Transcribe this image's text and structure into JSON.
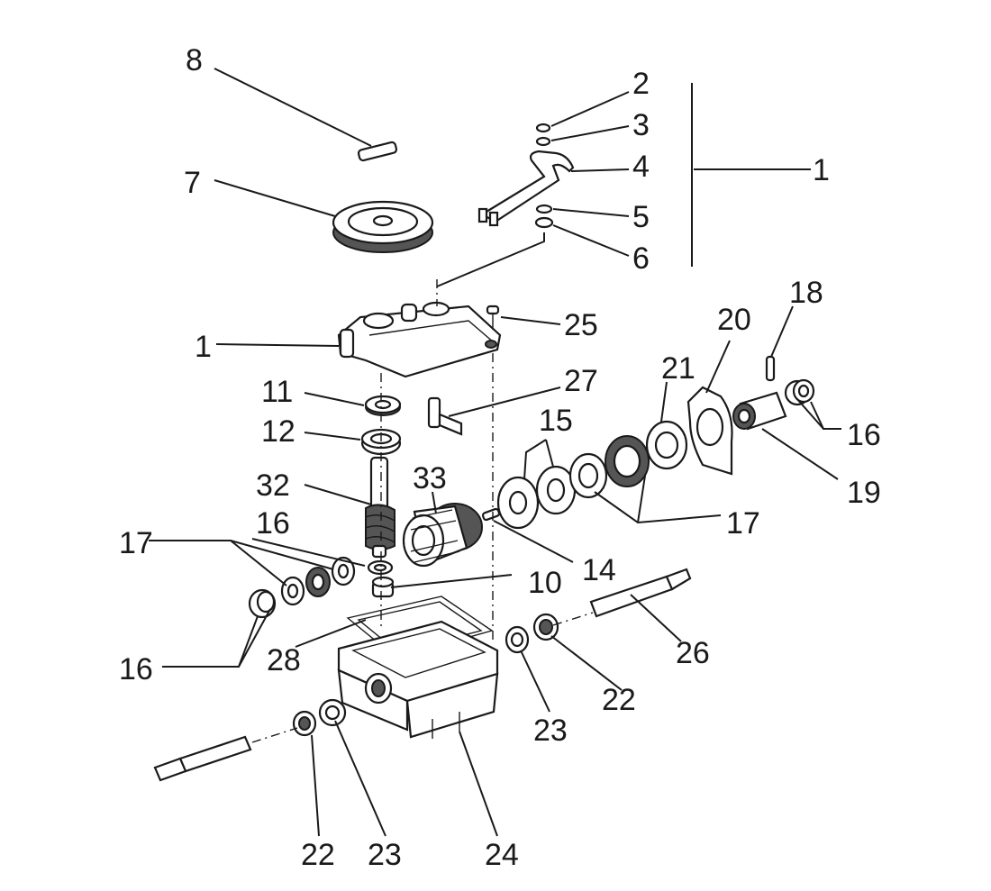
{
  "diagram": {
    "callouts": {
      "c1_group": "1",
      "c1_cover": "1",
      "c2": "2",
      "c3": "3",
      "c4": "4",
      "c5": "5",
      "c6": "6",
      "c7": "7",
      "c8": "8",
      "c10": "10",
      "c11": "11",
      "c12": "12",
      "c14": "14",
      "c15": "15",
      "c16_left_upper": "16",
      "c16_left_lower": "16",
      "c16_right": "16",
      "c17_left": "17",
      "c17_right": "17",
      "c18": "18",
      "c19": "19",
      "c20": "20",
      "c21": "21",
      "c22_left": "22",
      "c22_right": "22",
      "c23_left": "23",
      "c23_right": "23",
      "c24": "24",
      "c25": "25",
      "c26": "26",
      "c27": "27",
      "c28": "28",
      "c32": "32",
      "c33": "33"
    }
  }
}
